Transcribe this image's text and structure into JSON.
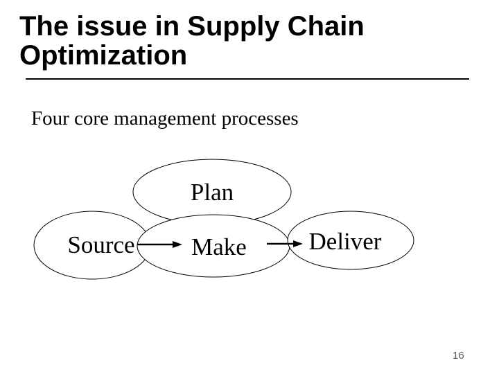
{
  "slide": {
    "title": "The issue in Supply Chain Optimization",
    "subtitle": "Four core management processes",
    "page_number": "16",
    "colors": {
      "background": "#ffffff",
      "title_text": "#000000",
      "body_text": "#000000",
      "ellipse_stroke": "#000000",
      "ellipse_fill": "#ffffff",
      "page_number_text": "#595959"
    }
  },
  "diagram": {
    "description": "Four overlapping ellipses representing core supply chain management processes, with arrows flowing Source to Make to Deliver and Plan above",
    "nodes": [
      {
        "id": "plan",
        "label": "Plan"
      },
      {
        "id": "source",
        "label": "Source"
      },
      {
        "id": "make",
        "label": "Make"
      },
      {
        "id": "deliver",
        "label": "Deliver"
      }
    ],
    "connections": [
      {
        "from": "source",
        "to": "make",
        "style": "arrow-right"
      },
      {
        "from": "make",
        "to": "deliver",
        "style": "arrow-right"
      }
    ]
  }
}
